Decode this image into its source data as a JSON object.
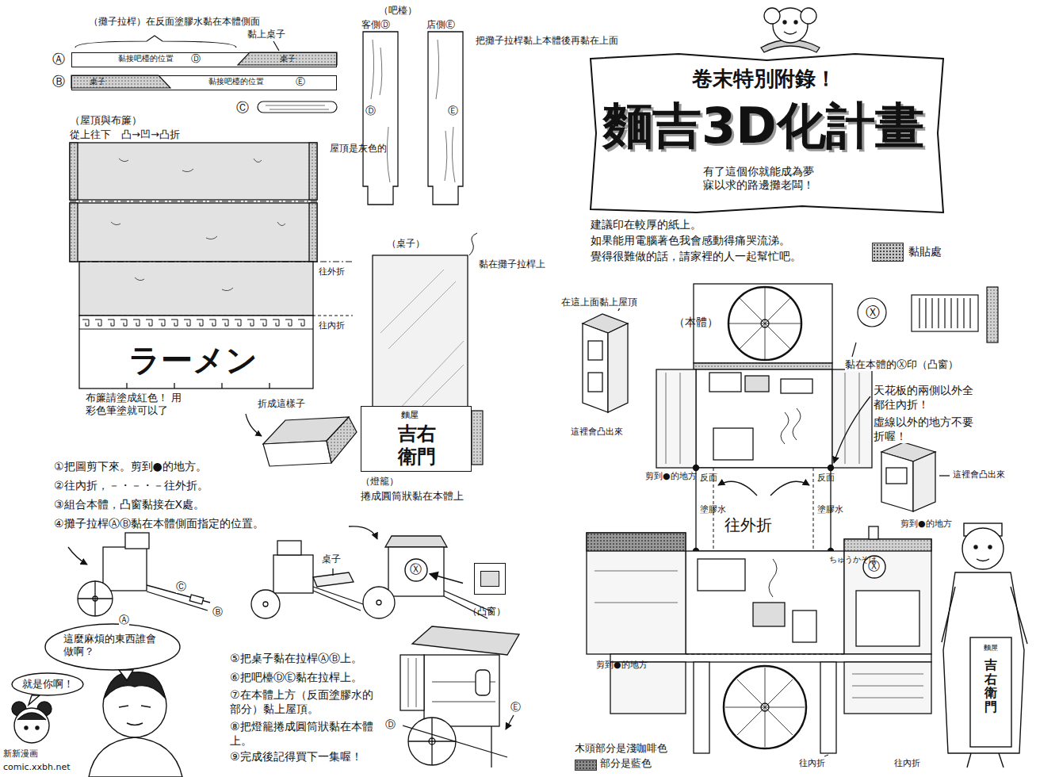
{
  "diagram": {
    "nodes": [
      {
        "text": [
          "黏接吧檯的位置",
          "Ⓓ",
          "桌子"
        ]
      },
      {
        "text": [
          "桌子",
          "黏接吧檯的位置",
          "Ⓔ"
        ]
      },
      {
        "text": [
          "Ⓓ"
        ]
      },
      {
        "text": [
          "Ⓔ"
        ]
      },
      {
        "text": [
          "ラーメン"
        ]
      },
      {
        "text": [
          "麵屋",
          "吉右衛門"
        ]
      },
      {
        "text": [
          "（凸窗）"
        ]
      },
      {
        "text": [
          "Ⓧ"
        ]
      },
      {
        "text": [
          "這麼麻煩的東西誰會做啊？"
        ]
      },
      {
        "text": [
          "就是你啊！"
        ]
      },
      {
        "text": [
          "卷末特別附錄！",
          "麵吉3D化計畫",
          "有了這個你就能成為夢寐以求的路邊攤老闆！"
        ]
      },
      {
        "text": [
          "Ⓧ"
        ]
      },
      {
        "text": [
          "Ⓧ"
        ]
      },
      {
        "text": [
          "麵屋",
          "吉右衛門"
        ]
      }
    ],
    "edges": [
      {
        "from": 6,
        "to": 7,
        "arrow": "to"
      }
    ],
    "labels": [
      "（攤子拉桿）在反面塗膠水黏在本體側面",
      "黏上桌子",
      "Ⓐ",
      "Ⓑ",
      "Ⓒ",
      "（吧檯）",
      "客側Ⓓ",
      "店側Ⓔ",
      "把攤子拉桿黏上本體後再黏在上面",
      "（屋頂與布簾）",
      "從上往下　凸→凹→凸折",
      "屋頂是灰色的",
      "往外折",
      "往內折",
      "布簾請塗成紅色！ 用彩色筆塗就可以了",
      "（桌子）",
      "黏在攤子拉桿上",
      "折成這樣子",
      "（燈籠）",
      "捲成圓筒狀黏在本體上",
      "①把圖剪下來。剪到●的地方。",
      "②往內折，－・－・－往外折。",
      "③組合本體，凸窗黏接在X處。",
      "④攤子拉桿ⒶⒷ黏在本體側面指定的位置。",
      "Ⓐ",
      "Ⓒ",
      "Ⓑ",
      "桌子",
      "⑤把桌子黏在拉桿ⒶⒷ上。",
      "⑥把吧檯ⒹⒺ黏在拉桿上。",
      "⑦在本體上方（反面塗膠水的部分）黏上屋頂。",
      "⑧把燈籠捲成圓筒狀黏在本體上。",
      "⑨完成後記得買下一集喔！",
      "Ⓓ",
      "Ⓔ",
      "新新漫画",
      "comic.xxbh.net",
      "建議印在較厚的紙上。",
      "如果能用電腦著色我會感動得痛哭流涕。",
      "覺得很難做的話，請家裡的人一起幫忙吧。",
      "在這上面黏上屋頂",
      "（本體）",
      "黏在本體的Ⓧ印（凸窗）",
      "天花板的兩側以外全都往內折！",
      "虛線以外的地方不要折喔！",
      "這裡會凸出來",
      "這裡會凸出來",
      "剪到●的地方",
      "剪到●的地方",
      "反面",
      "塗膠水",
      "往外折",
      "反面",
      "塗膠水",
      "ちゅうかそば",
      "剪到●的地方",
      "往內折",
      "往內折",
      "木頭部分是淺咖啡色"
    ],
    "legend": [
      {
        "text": "黏貼處",
        "color": "#c8c8c8"
      },
      {
        "text": "部分是藍色",
        "color": "#8c8c8c"
      }
    ]
  }
}
